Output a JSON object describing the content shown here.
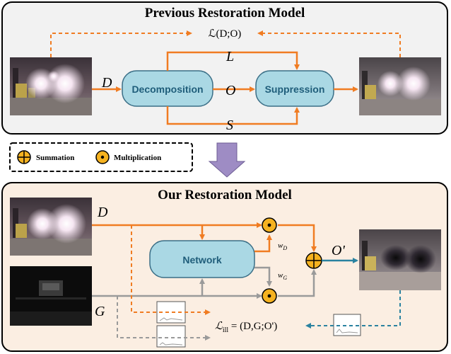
{
  "top_panel": {
    "title": "Previous Restoration Model",
    "decomposition_label": "Decomposition",
    "suppression_label": "Suppression",
    "var_d": "D",
    "var_l": "L",
    "var_o": "O",
    "var_s": "S",
    "loss": "ℒ(D;O)"
  },
  "legend": {
    "summation": "Summation",
    "multiplication": "Multiplication"
  },
  "bottom_panel": {
    "title": "Our Restoration Model",
    "network_label": "Network",
    "var_d": "D",
    "var_g": "G",
    "var_o_prime": "O'",
    "weight_d": "w",
    "weight_d_sub": "D",
    "weight_g": "w",
    "weight_g_sub": "G",
    "loss_symbol": "ℒ",
    "loss_sub": "ill",
    "loss_expr": " = (D,G;O')"
  },
  "colors": {
    "orange": "#f07c22",
    "gray": "#9a9a9a",
    "teal": "#2a82a0",
    "box_fill": "#aad8e4",
    "box_stroke": "#3a6e86",
    "top_bg": "#f2f2f2",
    "bottom_bg": "#fbeee2",
    "op_fill": "#f5b220",
    "down_arrow": "#9e8cc4"
  }
}
